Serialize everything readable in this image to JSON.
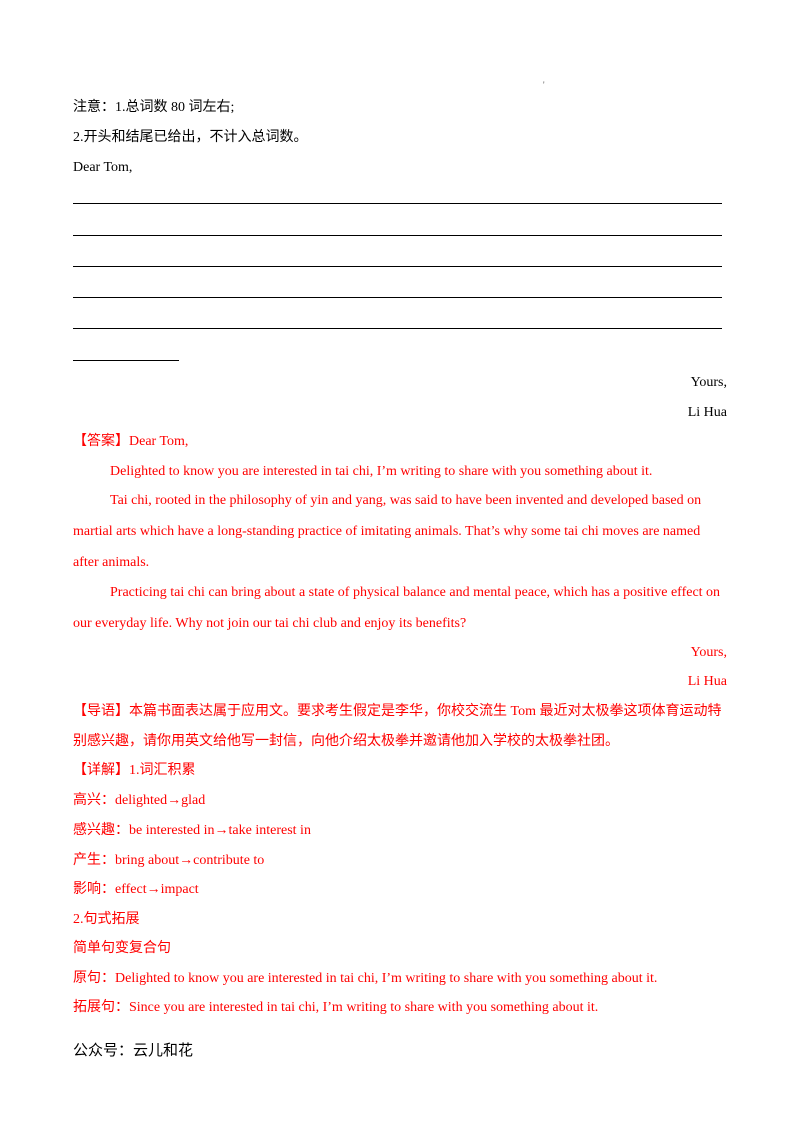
{
  "header_mark": "'",
  "instructions": {
    "note1": "注意：1.总词数 80 词左右;",
    "note2": "2.开头和结尾已给出，不计入总词数。",
    "salutation": "Dear Tom,"
  },
  "letter_closing": {
    "yours": "Yours,",
    "name": "Li Hua"
  },
  "answer": {
    "label_line": "【答案】Dear Tom,",
    "p1": "Delighted to know you are interested in tai chi, I’m writing to share with you something about it.",
    "p2_line1": "Tai chi, rooted in the philosophy of yin and yang, was said to have been invented and developed based on",
    "p2_line2": "martial arts which have a long-standing practice of imitating animals. That’s why some tai chi moves are named",
    "p2_line3": "after animals.",
    "p3_line1": "Practicing tai chi can bring about a state of physical balance and mental peace, which has a positive effect on",
    "p3_line2": "our everyday life. Why not join our tai chi club and enjoy its benefits?",
    "yours": "Yours,",
    "name": "Li Hua"
  },
  "guide": {
    "line1": "【导语】本篇书面表达属于应用文。要求考生假定是李华，你校交流生 Tom 最近对太极拳这项体育运动特",
    "line2": "别感兴趣，请你用英文给他写一封信，向他介绍太极拳并邀请他加入学校的太极拳社团。"
  },
  "details": {
    "heading": "【详解】1.词汇积累",
    "vocab": [
      "高兴：delighted→glad",
      "感兴趣：be interested in→take interest in",
      "产生：bring about→contribute to",
      "影响：effect→impact"
    ],
    "section2": "2.句式拓展",
    "sub": "简单句变复合句",
    "original": "原句：Delighted to know you are interested in tai chi, I’m writing to share with you something about it.",
    "extended": "拓展句：Since you are interested in tai chi, I’m writing to share with you something about it."
  },
  "footer": "公众号：云儿和花"
}
